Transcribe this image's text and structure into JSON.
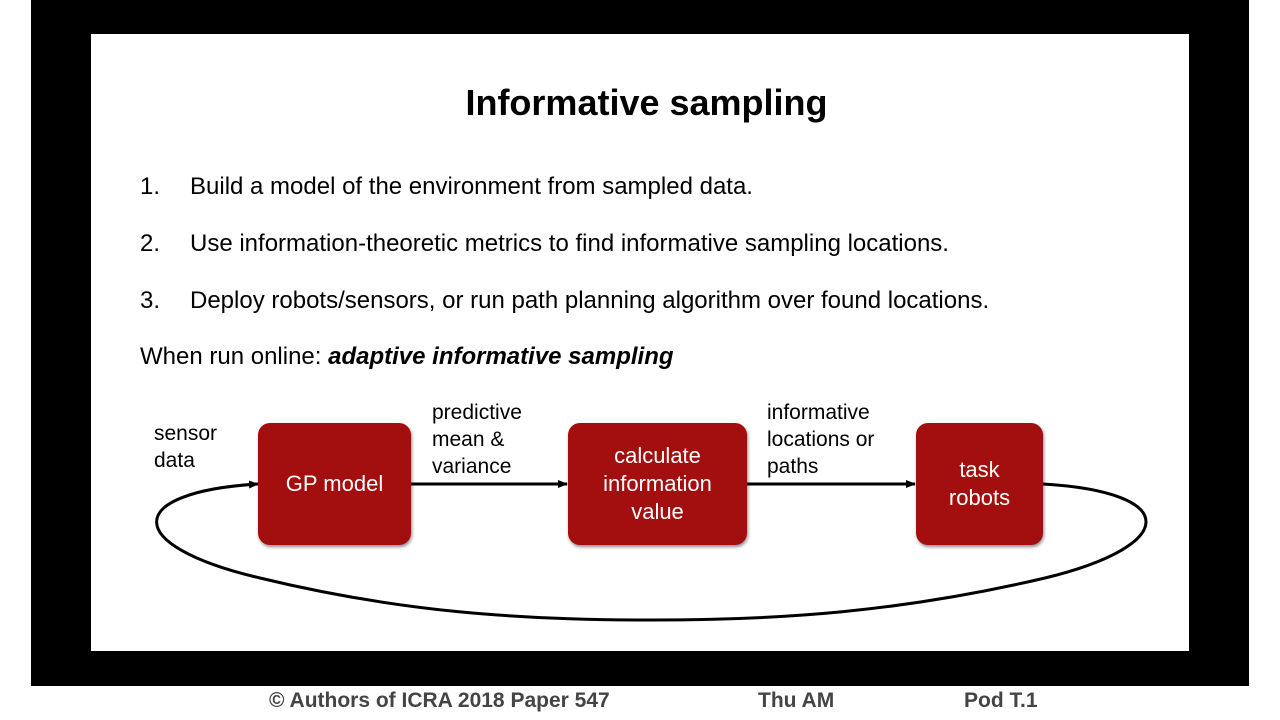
{
  "slide": {
    "title": "Informative sampling",
    "items": [
      {
        "num": "1.",
        "text": "Build a model of the environment from sampled data."
      },
      {
        "num": "2.",
        "text": "Use information-theoretic metrics to find informative sampling locations."
      },
      {
        "num": "3.",
        "text": "Deploy robots/sensors, or run path planning algorithm over found locations."
      }
    ],
    "online_prefix": "When run online: ",
    "online_emphasis": "adaptive informative sampling"
  },
  "diagram": {
    "boxes": {
      "gp_model": "GP model",
      "calc_info": "calculate\ninformation\nvalue",
      "task_robots": "task\nrobots"
    },
    "labels": {
      "sensor_data": "sensor\ndata",
      "predictive": "predictive\nmean &\nvariance",
      "informative": "informative\nlocations or\npaths"
    },
    "box_color": "#a30e0e"
  },
  "footer": {
    "copyright": "© Authors of ICRA 2018 Paper 547",
    "session": "Thu AM",
    "pod": "Pod T.1"
  }
}
